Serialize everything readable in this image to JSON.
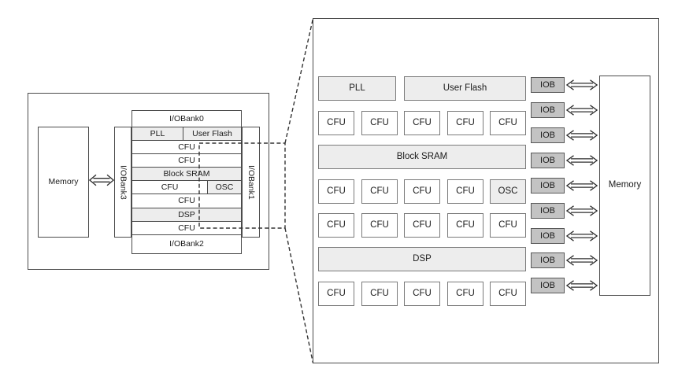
{
  "colors": {
    "shaded_fill": "#ededed",
    "iob_fill": "#c3c3c3",
    "line": "#4b4b4b",
    "dash_line": "#333333"
  },
  "overview": {
    "memory": "Memory",
    "iobank0": "I/OBank0",
    "iobank1": "I/OBank1",
    "iobank2": "I/OBank2",
    "iobank3": "I/OBank3",
    "rows": [
      {
        "cells": [
          "PLL",
          "User Flash"
        ]
      },
      {
        "cells": [
          "CFU"
        ]
      },
      {
        "cells": [
          "CFU"
        ]
      },
      {
        "cells": [
          "Block SRAM"
        ]
      },
      {
        "cells": [
          "CFU",
          "OSC"
        ]
      },
      {
        "cells": [
          "CFU"
        ]
      },
      {
        "cells": [
          "DSP"
        ]
      },
      {
        "cells": [
          "CFU"
        ]
      }
    ]
  },
  "detail": {
    "rows": [
      {
        "cells": [
          "PLL",
          "User Flash"
        ]
      },
      {
        "cells": [
          "CFU",
          "CFU",
          "CFU",
          "CFU",
          "CFU"
        ]
      },
      {
        "cells": [
          "Block SRAM"
        ]
      },
      {
        "cells": [
          "CFU",
          "CFU",
          "CFU",
          "CFU",
          "OSC"
        ]
      },
      {
        "cells": [
          "CFU",
          "CFU",
          "CFU",
          "CFU",
          "CFU"
        ]
      },
      {
        "cells": [
          "DSP"
        ]
      },
      {
        "cells": [
          "CFU",
          "CFU",
          "CFU",
          "CFU",
          "CFU"
        ]
      }
    ],
    "iob_label": "IOB",
    "iob_count": 9,
    "memory": "Memory"
  }
}
